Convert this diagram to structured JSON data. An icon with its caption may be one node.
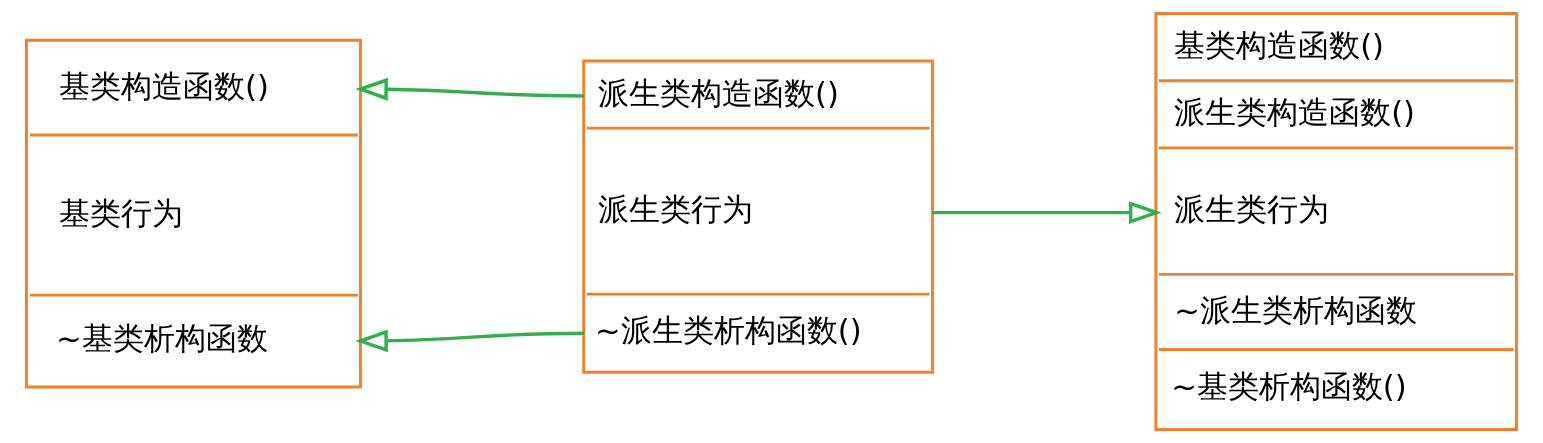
{
  "diagram": {
    "nodes": [
      {
        "text": [
          "基类构造函数()",
          "基类行为",
          "~基类析构函数"
        ]
      },
      {
        "text": [
          "派生类构造函数()",
          "派生类行为",
          "~派生类析构函数()"
        ]
      },
      {
        "text": [
          "基类构造函数()",
          "派生类构造函数()",
          "派生类行为",
          "~派生类析构函数",
          "~基类析构函数()"
        ]
      }
    ],
    "edges": [
      {
        "from": 1,
        "to": 0,
        "arrow": "to"
      },
      {
        "from": 1,
        "to": 2,
        "arrow": "to"
      },
      {
        "from": 1,
        "to": 0,
        "arrow": "to"
      }
    ]
  }
}
